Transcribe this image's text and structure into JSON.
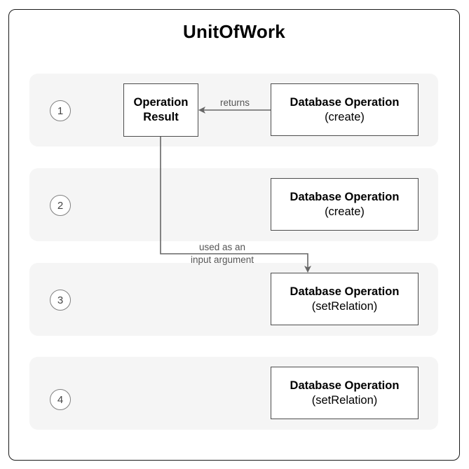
{
  "title": "UnitOfWork",
  "colors": {
    "lane_fill": "#f5f5f5",
    "frame_stroke": "#1a1a1a",
    "box_stroke": "#4d4d4d",
    "arrow": "#666666",
    "step_circle": "#808080"
  },
  "steps": [
    {
      "number": "1",
      "operation_title": "Database Operation",
      "operation_type": "(create)"
    },
    {
      "number": "2",
      "operation_title": "Database Operation",
      "operation_type": "(create)"
    },
    {
      "number": "3",
      "operation_title": "Database Operation",
      "operation_type": "(setRelation)"
    },
    {
      "number": "4",
      "operation_title": "Database Operation",
      "operation_type": "(setRelation)"
    }
  ],
  "result_box": {
    "line1": "Operation",
    "line2": "Result"
  },
  "edges": {
    "returns": "returns",
    "input_line1": "used as an",
    "input_line2": "input argument"
  }
}
